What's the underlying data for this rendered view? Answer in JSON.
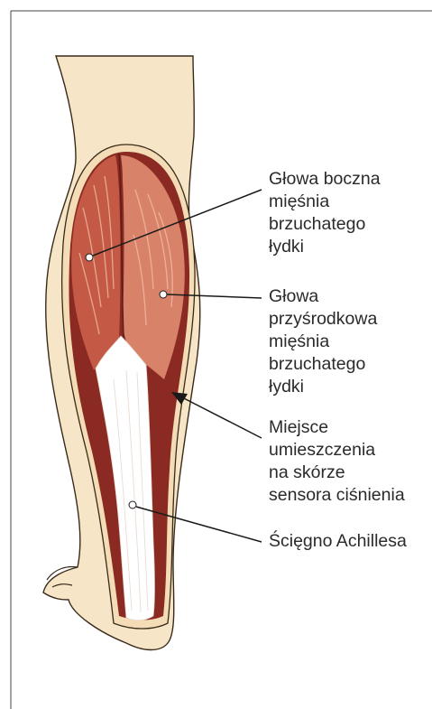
{
  "labels": {
    "lateral_head": [
      "Głowa boczna",
      "mięśnia",
      "brzuchatego",
      "łydki"
    ],
    "medial_head": [
      "Głowa",
      "przyśrodkowa",
      "mięśnia",
      "brzuchatego",
      "łydki"
    ],
    "sensor_site": [
      "Miejsce",
      "umieszczenia",
      "na skórze",
      "sensora ciśnienia"
    ],
    "achilles": [
      "Ścięgno Achillesa"
    ]
  },
  "colors": {
    "skin": "#f6e6c7",
    "skin_outline": "#3a2a1a",
    "muscle_light": "#d9826a",
    "muscle_mid": "#c45a45",
    "muscle_dark": "#8a2a22",
    "tendon": "#ffffff",
    "pointer": "#1a1a1a"
  }
}
